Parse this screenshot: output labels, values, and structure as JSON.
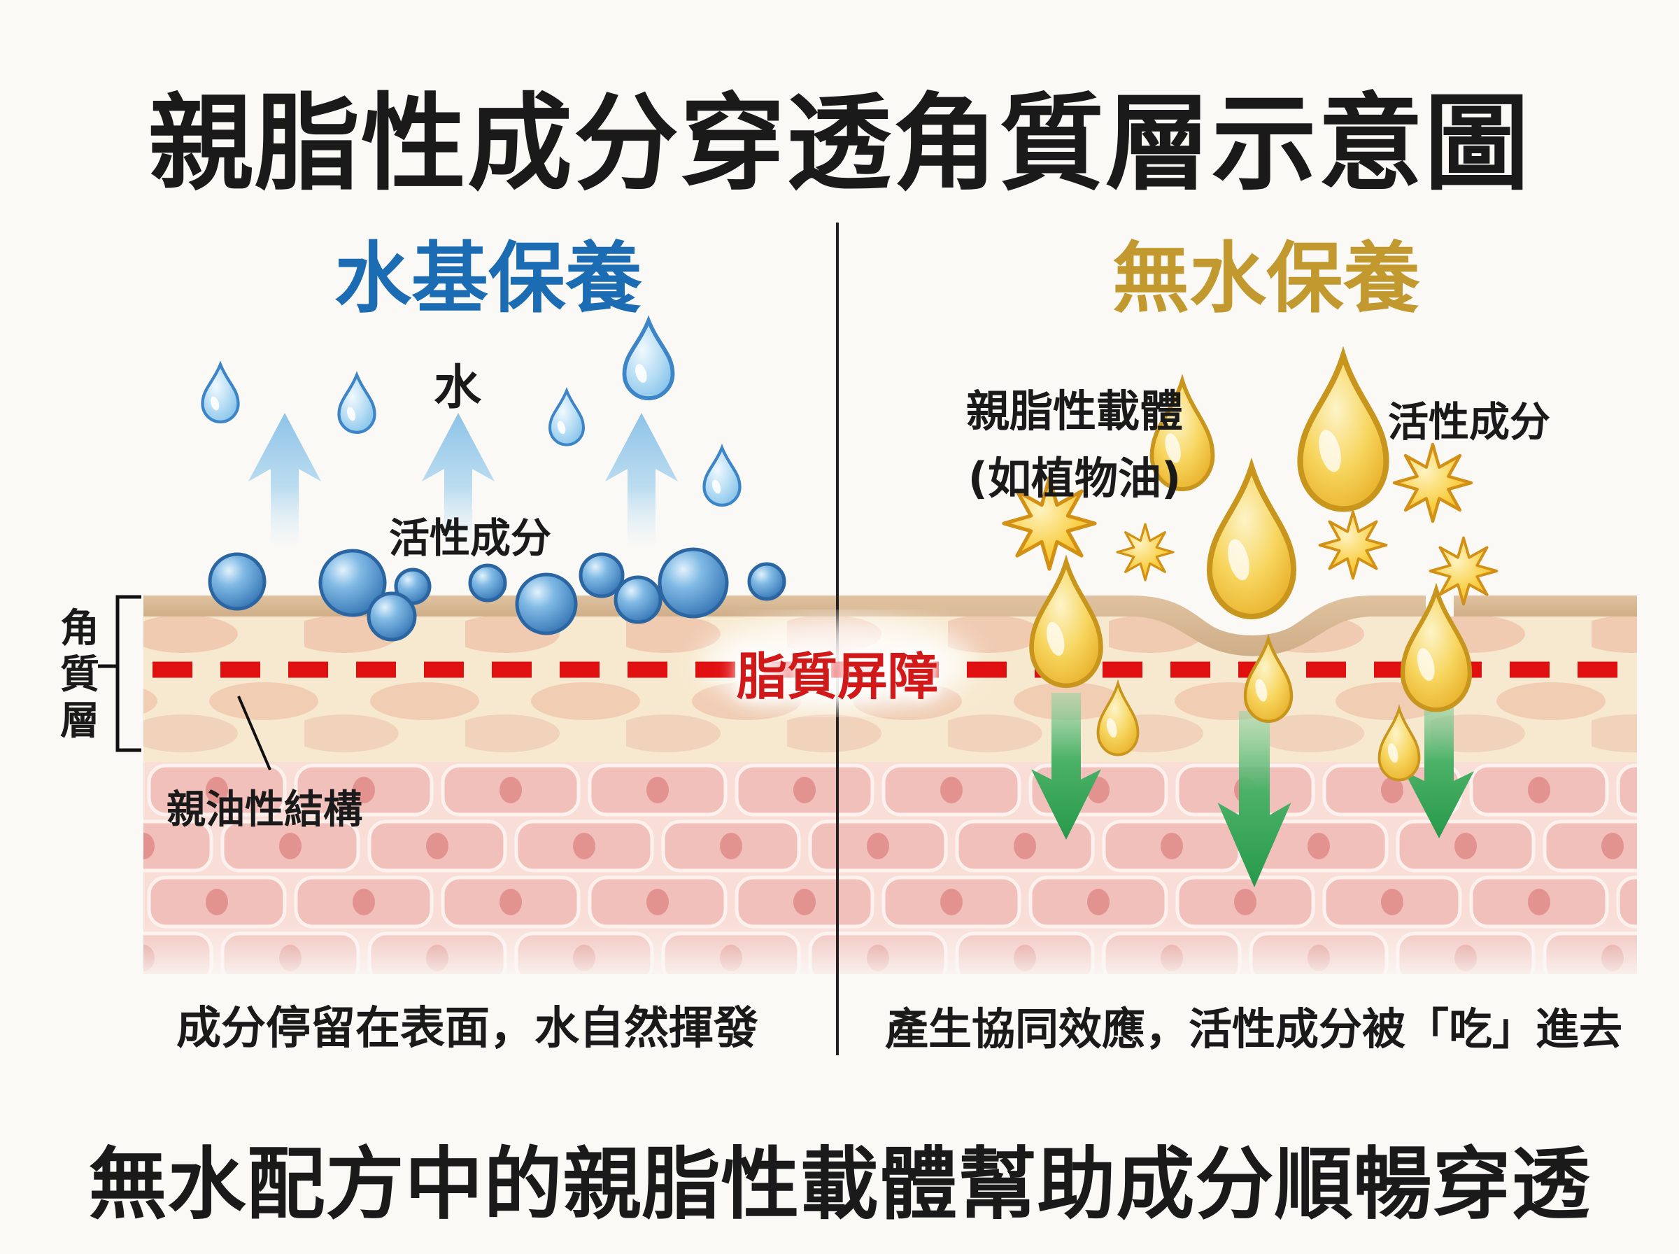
{
  "title": "親脂性成分穿透角質層示意圖",
  "panels": {
    "left": {
      "heading": "水基保養",
      "water_label": "水",
      "active_label": "活性成分",
      "caption": "成分停留在表面，水自然揮發"
    },
    "right": {
      "heading": "無水保養",
      "carrier_label": "親脂性載體",
      "carrier_sublabel": "(如植物油)",
      "active_label": "活性成分",
      "caption": "產生協同效應，活性成分被「吃」進去"
    }
  },
  "skin": {
    "stratum_label": "角質層",
    "barrier_label": "脂質屏障",
    "lipophilic_label": "親油性結構"
  },
  "footer": "無水配方中的親脂性載體幫助成分順暢穿透",
  "colors": {
    "water_blue": "#1b6cb3",
    "anhydrous_gold": "#c1992f",
    "barrier_red": "#d11919",
    "dash_red": "#e11010",
    "oil_gold": "#f0b429",
    "arrow_green": "#2f9e4b",
    "skin_beige": "#f7e9cf",
    "surface_tan": "#d9ba97",
    "cell_pink": "#f2c0bb"
  }
}
